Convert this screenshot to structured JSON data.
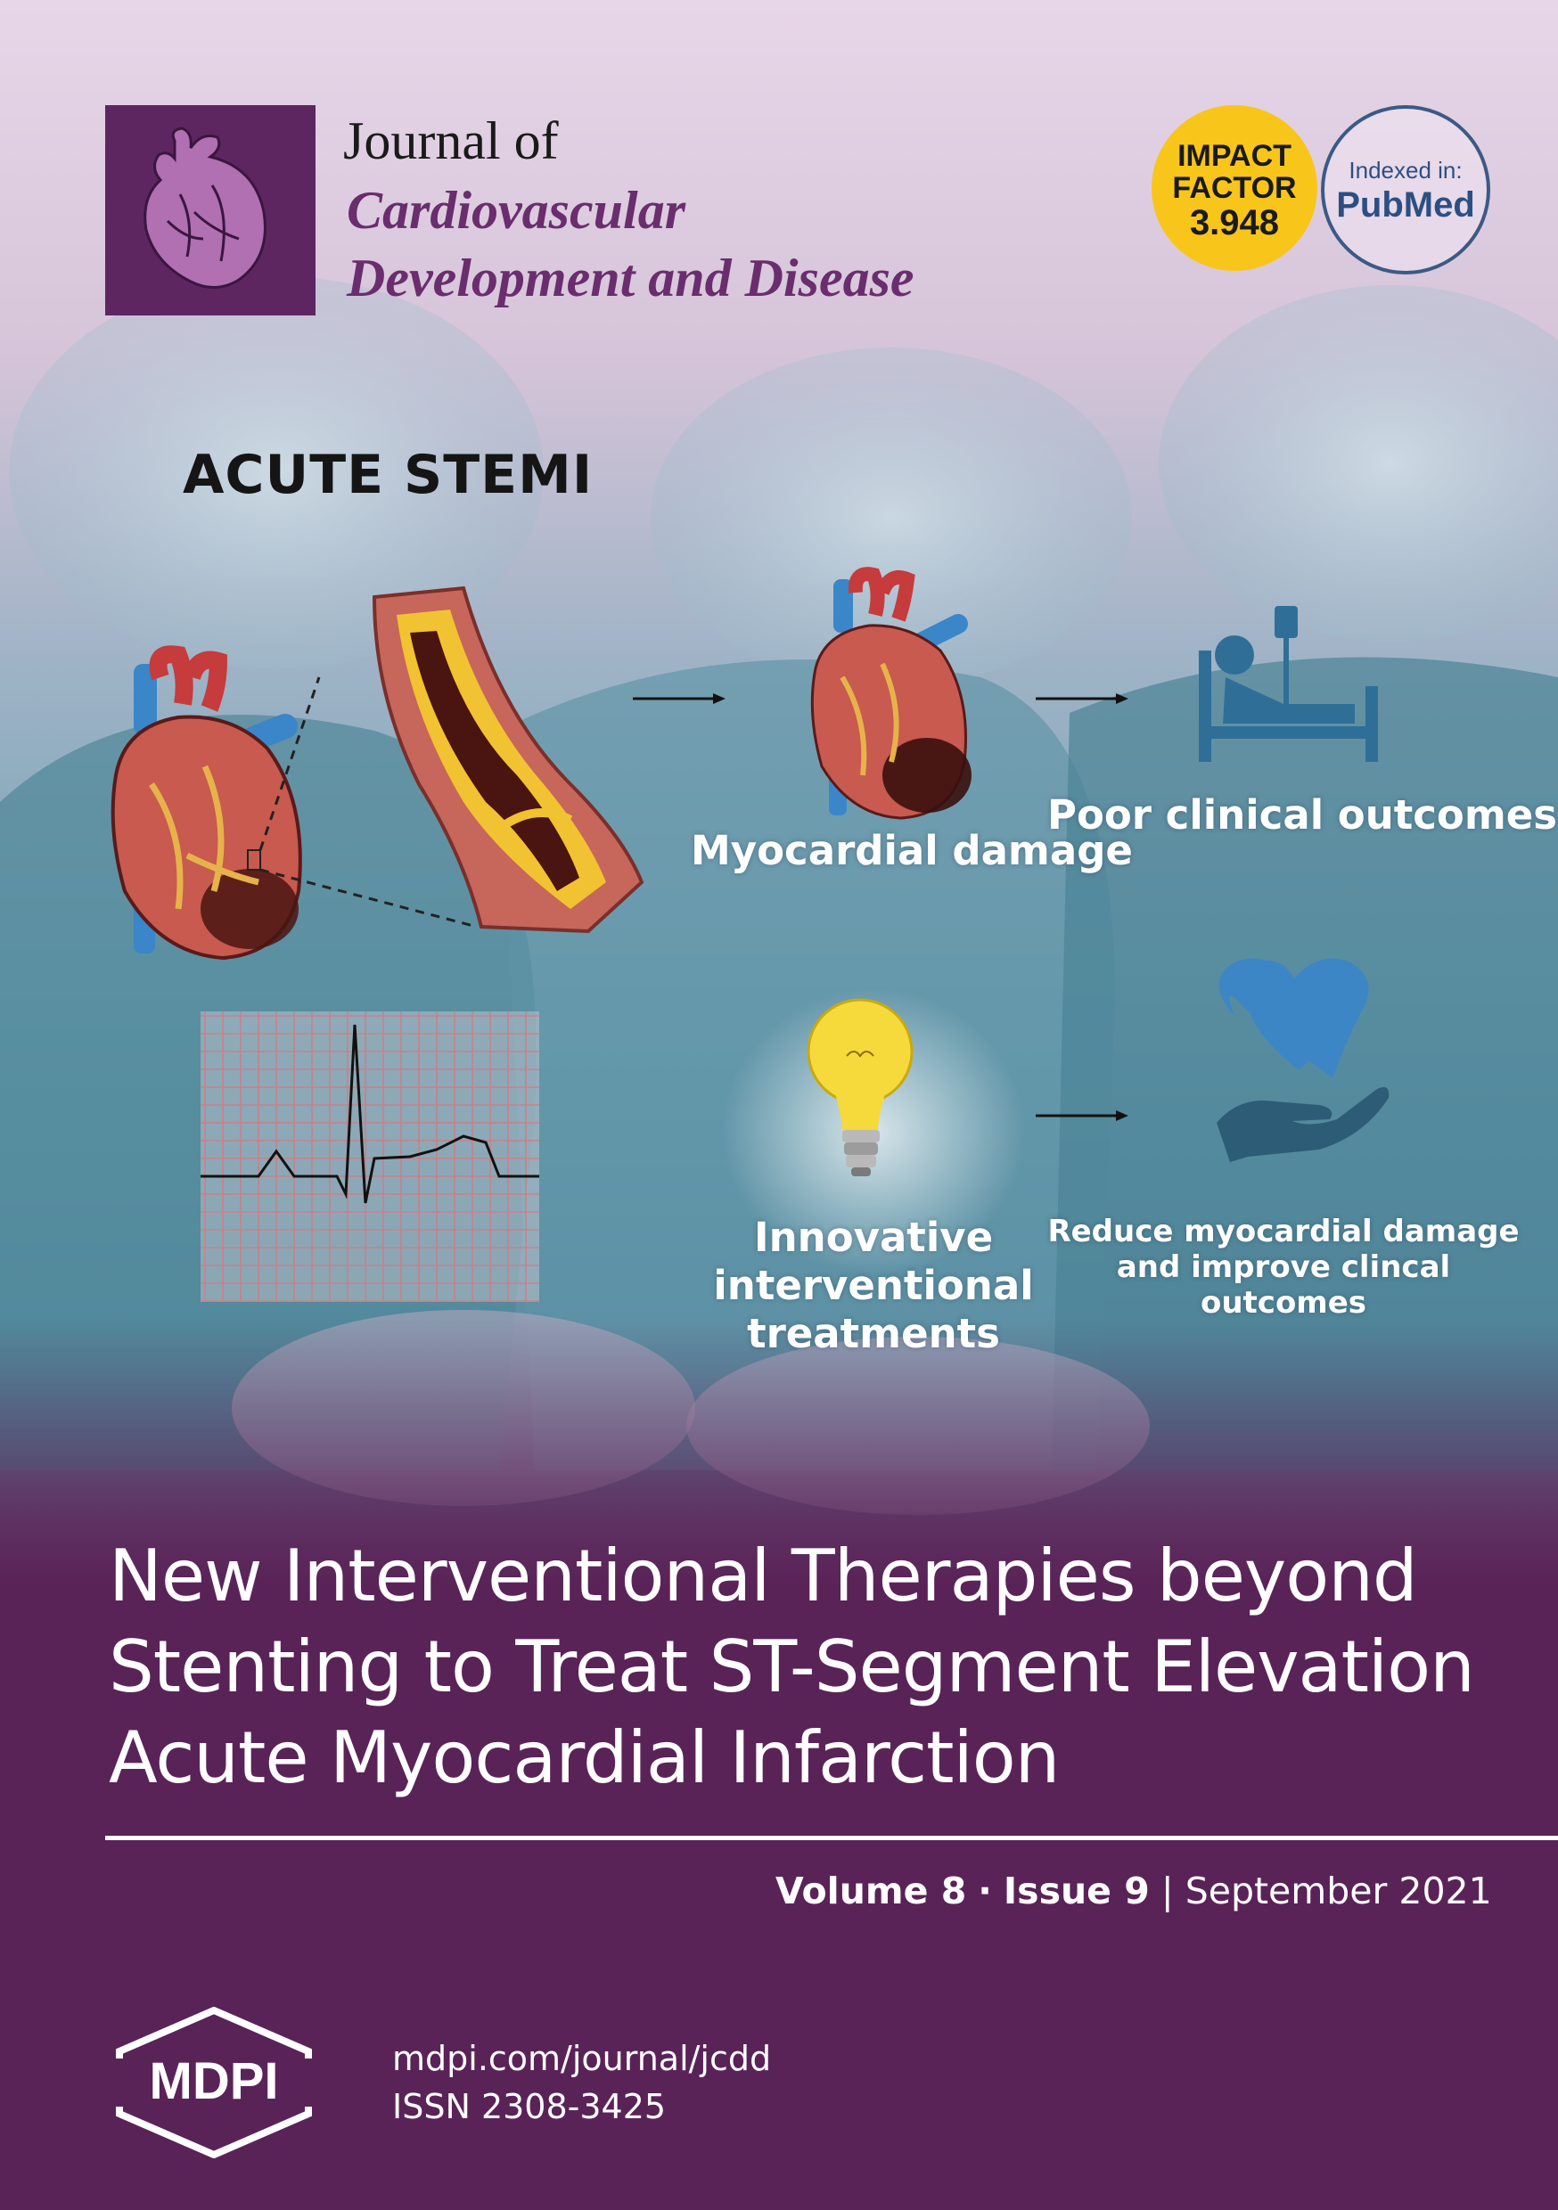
{
  "journal": {
    "title_line1": "Journal of",
    "title_line2": "Cardiovascular",
    "title_line3": "Development and Disease"
  },
  "badges": {
    "impact_line1": "IMPACT",
    "impact_line2": "FACTOR",
    "impact_value": "3.948",
    "indexed_label": "Indexed in:",
    "indexed_name": "PubMed"
  },
  "graphic": {
    "heading": "ACUTE STEMI",
    "label_myocardial": "Myocardial damage",
    "label_poor": "Poor clinical outcomes",
    "label_innovative": "Innovative interventional treatments",
    "label_reduce": "Reduce myocardial damage and improve clincal outcomes"
  },
  "article": {
    "title_line1": "New Interventional Therapies beyond",
    "title_line2": "Stenting to Treat ST-Segment Elevation",
    "title_line3": "Acute Myocardial Infarction"
  },
  "issue": {
    "volume": "Volume 8",
    "separator_dot": "·",
    "issue": "Issue 9",
    "separator_bar": "|",
    "date": "September 2021"
  },
  "publisher": {
    "logo_text": "MDPI",
    "url": "mdpi.com/journal/jcdd",
    "issn": "ISSN 2308-3425"
  },
  "colors": {
    "brand_purple": "#5e2660",
    "footer_purple": "#5a2358",
    "impact_yellow": "#f8c51b",
    "pubmed_blue": "#2c4f83"
  }
}
